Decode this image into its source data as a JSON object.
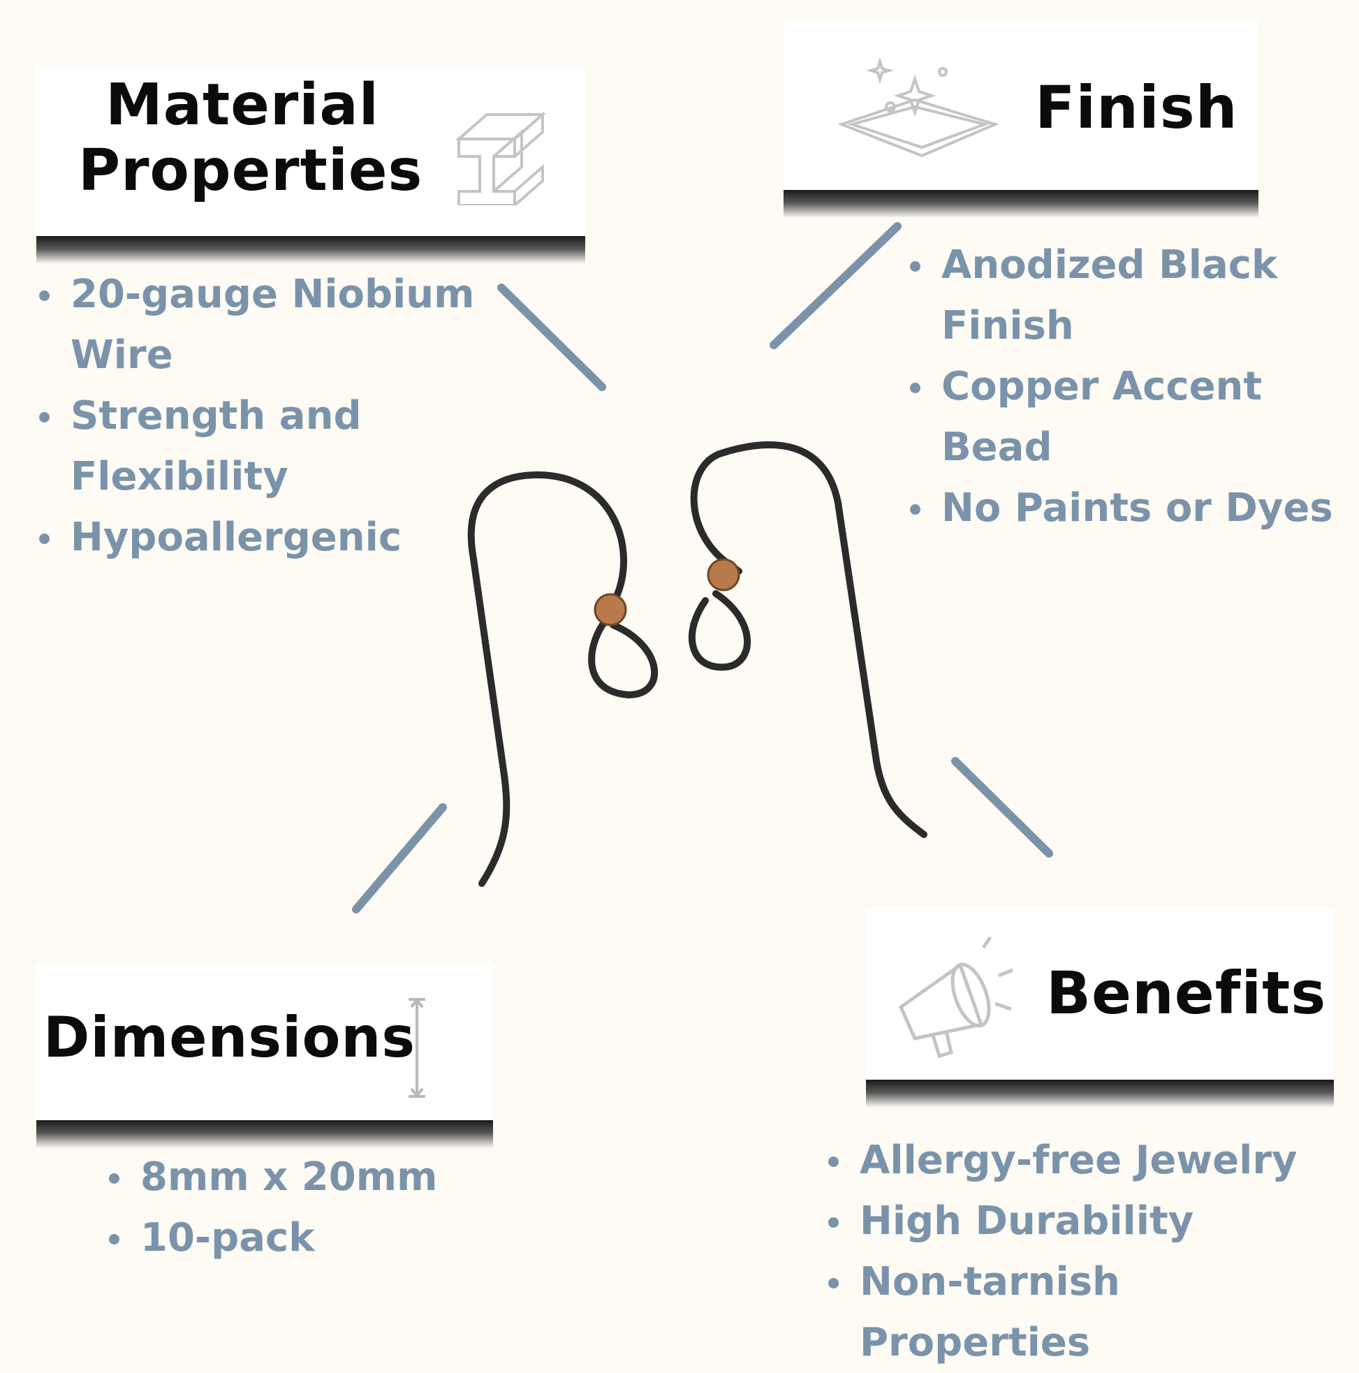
{
  "material": {
    "title_line1": "Material",
    "title_line2": "Properties",
    "icon": "steel-beam-icon",
    "items": [
      "20-gauge Niobium",
      "Wire",
      "Strength and Flexibility",
      "Hypoallergenic"
    ]
  },
  "finish": {
    "title": "Finish",
    "icon": "sparkle-surface-icon",
    "items": [
      "Anodized Black",
      "Finish",
      "Copper Accent",
      "Bead",
      "No Paints or Dyes"
    ]
  },
  "dimensions": {
    "title": "Dimensions",
    "icon": "vertical-measure-icon",
    "items": [
      "8mm x 20mm",
      "10-pack"
    ]
  },
  "benefits": {
    "title": "Benefits",
    "icon": "megaphone-icon",
    "items": [
      "Allergy-free Jewelry",
      "High Durability",
      "Non-tarnish Properties"
    ]
  },
  "colors": {
    "background": "#fdfbf4",
    "accent": "#7b93aa",
    "wire": "#2b2b2b",
    "bead": "#b87a4b"
  }
}
